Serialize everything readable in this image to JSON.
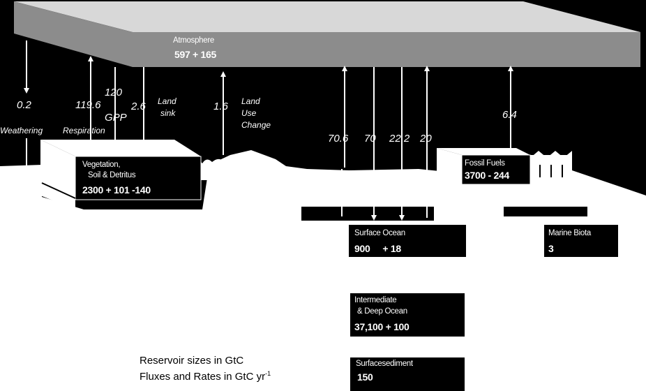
{
  "atmosphere": {
    "title": "Atmosphere",
    "value": "597 + 165"
  },
  "reservoirs": {
    "vegetation": {
      "title_line1": "Vegetation,",
      "title_line2": "Soil & Detritus",
      "value": "2300 + 101 -140"
    },
    "fossil_fuels": {
      "title": "Fossil Fuels",
      "value": "3700 - 244"
    },
    "surface_ocean": {
      "title": "Surface Ocean",
      "value": "900     + 18"
    },
    "marine_biota": {
      "title": "Marine Biota",
      "value": "3"
    },
    "deep_ocean": {
      "title_line1": "Intermediate",
      "title_line2": "& Deep Ocean",
      "value": "37,100 + 100"
    },
    "surface_sediment": {
      "title": "Surfacesediment",
      "value": "150"
    }
  },
  "fluxes": {
    "weathering": {
      "value": "0.2",
      "label": "Weathering"
    },
    "respiration": {
      "value": "119.6",
      "label": "Respiration"
    },
    "gpp": {
      "value": "120",
      "label": "GPP"
    },
    "land_sink": {
      "value": "2.6",
      "label_line1": "Land",
      "label_line2": "sink"
    },
    "land_use_change": {
      "value": "1.6",
      "label_line1": "Land",
      "label_line2": "Use",
      "label_line3": "Change"
    },
    "ocean_up_1": {
      "value": "70.6"
    },
    "ocean_down_1": {
      "value": "70"
    },
    "ocean_down_2": {
      "value": "22.2"
    },
    "ocean_up_2": {
      "value": "20"
    },
    "fossil": {
      "value": "6.4"
    }
  },
  "legend": {
    "line1": "Reservoir sizes in GtC",
    "line2": "Fluxes and Rates in GtC yr",
    "line2_sup": "-1"
  },
  "colors": {
    "background": "#000000",
    "atmosphere_face": "#8c8c8c",
    "atmosphere_top": "#d8d8d8",
    "land": "#ffffff",
    "reservoir_box": "#000000"
  }
}
